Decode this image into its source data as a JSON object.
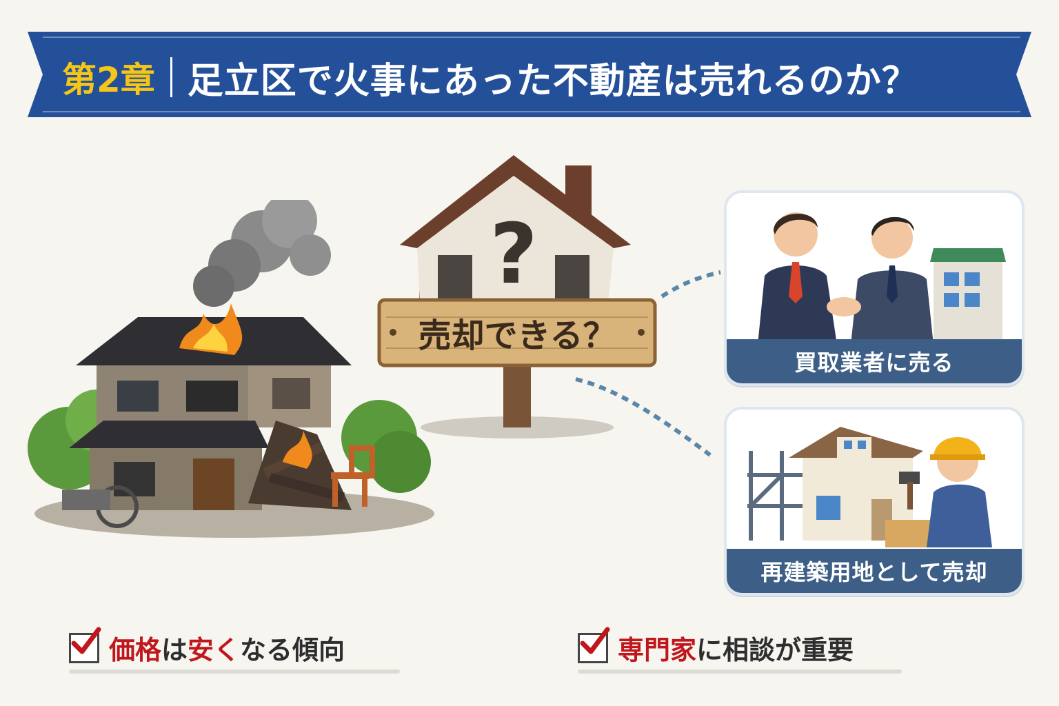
{
  "header": {
    "chapter": "第2章",
    "title": "足立区で火事にあった不動産は売れるのか？"
  },
  "sign": {
    "text": "売却できる？"
  },
  "options": [
    {
      "label": "買取業者に売る"
    },
    {
      "label": "再建築用地として売却"
    }
  ],
  "notes": [
    {
      "emphasis_1": "価格",
      "plain_1": "は",
      "emphasis_2": "安く",
      "plain_2": "なる傾向"
    },
    {
      "emphasis_1": "専門家",
      "plain_1": "に相談が重要"
    }
  ],
  "colors": {
    "banner": "#24509a",
    "chapter": "#f5c518",
    "card_label": "#3d5f87",
    "emphasis": "#c0171c"
  },
  "icons": [
    "burned-house-illustration",
    "question-house-sign",
    "handshake-illustration",
    "construction-worker-illustration",
    "check-icon"
  ]
}
